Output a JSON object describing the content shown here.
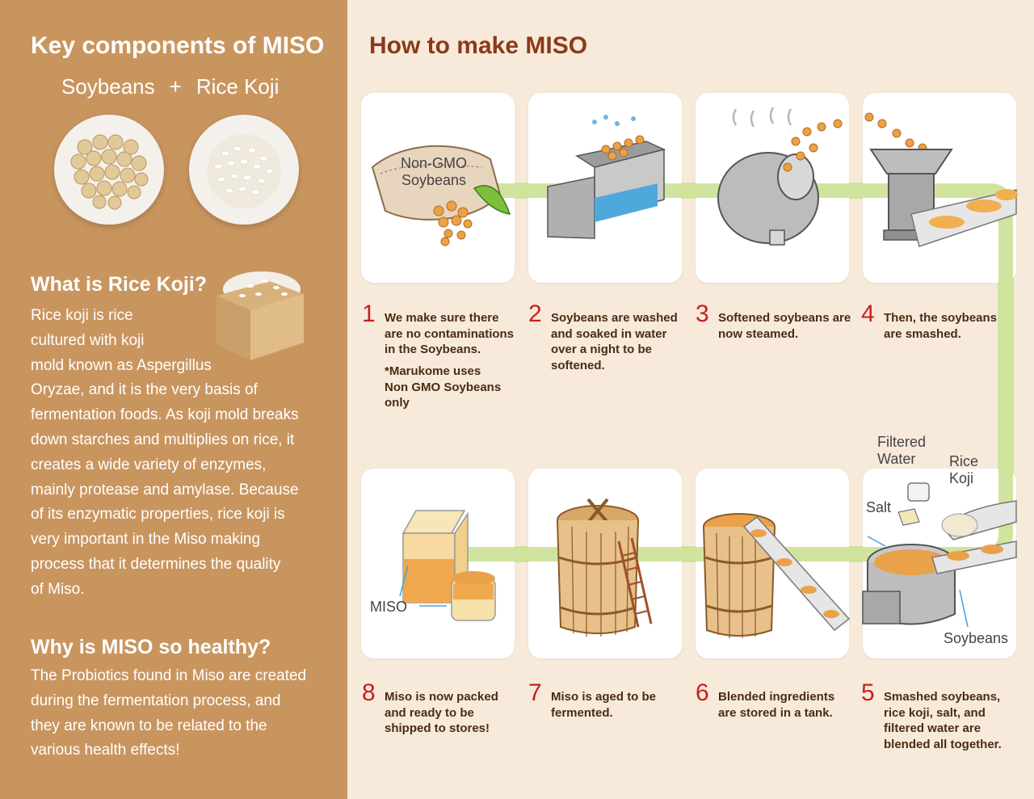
{
  "left": {
    "title": "Key components of MISO",
    "ingredient_a": "Soybeans",
    "plus": "+",
    "ingredient_b": "Rice Koji",
    "koji_heading": "What is Rice Koji?",
    "koji_text_lines": [
      "Rice koji is rice",
      "cultured with koji",
      "mold known as Aspergillus",
      "Oryzae, and it is the very basis of",
      "fermentation foods.  As koji mold breaks",
      "down starches and multiplies on rice, it",
      "creates a wide variety of enzymes,",
      "mainly protease and amylase.  Because",
      "of its enzymatic properties, rice koji is",
      "very important in the Miso making",
      "process that it determines the quality",
      "of Miso."
    ],
    "health_heading": "Why is MISO so healthy?",
    "health_text_lines": [
      "The Probiotics found in Miso are created",
      "during the fermentation process, and",
      "they are known to be related to the",
      "various health effects!"
    ]
  },
  "right": {
    "title": "How to make MISO",
    "steps": [
      {
        "num": "1",
        "lines": [
          "We make sure there",
          "are no contaminations",
          "in the Soybeans."
        ],
        "note_lines": [
          "*Marukome uses",
          "Non GMO Soybeans only"
        ]
      },
      {
        "num": "2",
        "lines": [
          "Soybeans are washed",
          "and soaked in water",
          "over a night to be",
          "softened."
        ]
      },
      {
        "num": "3",
        "lines": [
          "Softened soybeans are",
          "now steamed."
        ]
      },
      {
        "num": "4",
        "lines": [
          "Then, the soybeans",
          "are smashed."
        ]
      },
      {
        "num": "5",
        "lines": [
          "Smashed soybeans,",
          "rice koji, salt, and",
          "filtered water are",
          "blended all together."
        ]
      },
      {
        "num": "6",
        "lines": [
          "Blended ingredients",
          "are stored in a tank."
        ]
      },
      {
        "num": "7",
        "lines": [
          "Miso is aged to be",
          "fermented."
        ]
      },
      {
        "num": "8",
        "lines": [
          "Miso is now packed",
          "and ready to be",
          "shipped to stores!"
        ]
      }
    ],
    "labels": {
      "sack_line1": "Non-GMO",
      "sack_line2": "Soybeans",
      "filtered_water_line1": "Filtered",
      "filtered_water_line2": "Water",
      "rice_koji_line1": "Rice",
      "rice_koji_line2": "Koji",
      "salt": "Salt",
      "soybeans": "Soybeans",
      "miso": "MISO"
    }
  },
  "colors": {
    "left_panel": "#c9955f",
    "page": "#f7eadb",
    "title_brown": "#8a3a1a",
    "step_number_red": "#c8201a",
    "conveyor_green": "#cfe39a"
  }
}
